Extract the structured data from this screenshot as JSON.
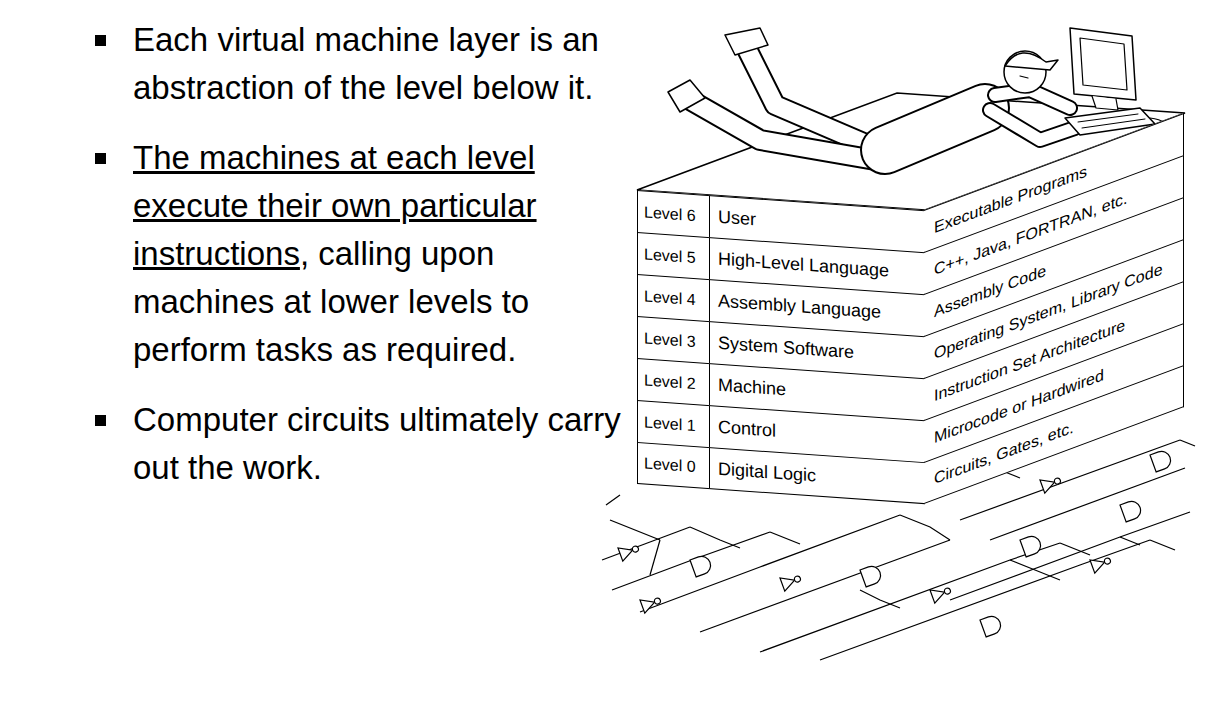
{
  "diagram": {
    "nodes": [
      {
        "text": [
          "Level 6",
          "User",
          "Executable Programs"
        ]
      },
      {
        "text": [
          "Level 5",
          "High-Level Language",
          "C++, Java, FORTRAN, etc."
        ]
      },
      {
        "text": [
          "Level 4",
          "Assembly Language",
          "Assembly Code"
        ]
      },
      {
        "text": [
          "Level 3",
          "System Software",
          "Operating System, Library Code"
        ]
      },
      {
        "text": [
          "Level 2",
          "Machine",
          "Instruction Set Architecture"
        ]
      },
      {
        "text": [
          "Level 1",
          "Control",
          "Microcode or Hardwired"
        ]
      },
      {
        "text": [
          "Level 0",
          "Digital Logic",
          "Circuits, Gates, etc."
        ]
      }
    ],
    "labels": [
      "Each virtual machine layer is an abstraction of the level below it.",
      "The machines at each level execute their own particular instructions",
      ", calling upon machines at lower levels to perform tasks as required.",
      "Computer circuits ultimately carry out the work."
    ]
  }
}
